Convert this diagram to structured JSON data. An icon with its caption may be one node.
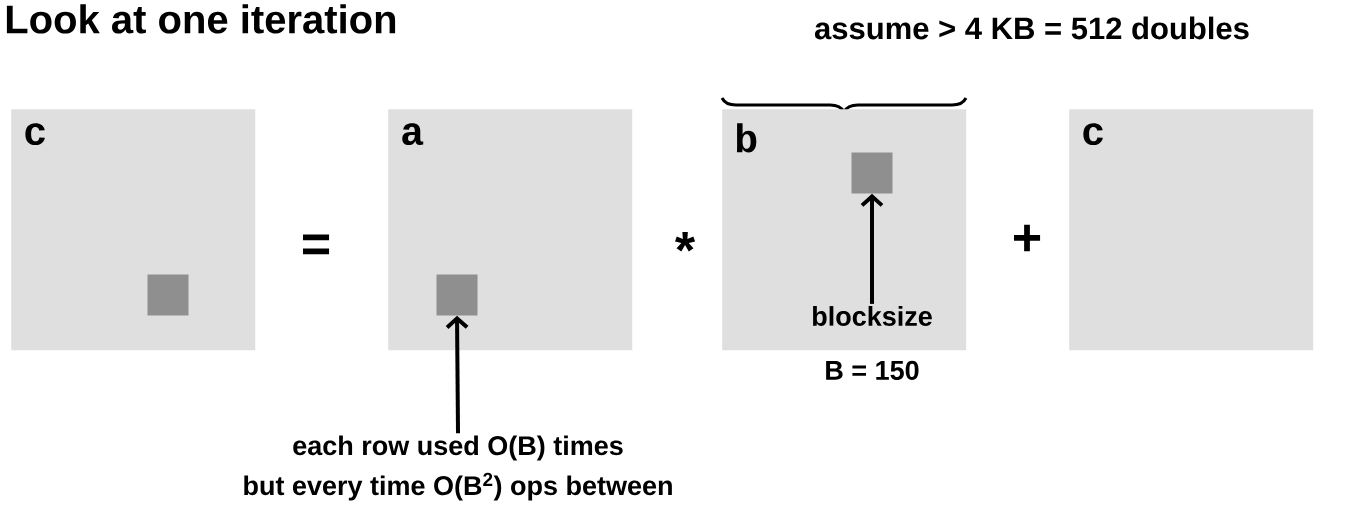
{
  "diagram": {
    "title": "Look at one iteration",
    "nodes": [
      {
        "text": [
          "c"
        ]
      },
      {
        "text": [],
        "shape": "box",
        "in": 0
      },
      {
        "text": [
          "a"
        ]
      },
      {
        "text": [],
        "shape": "box",
        "in": 2
      },
      {
        "text": [
          "b"
        ]
      },
      {
        "text": [],
        "shape": "box",
        "in": 4
      },
      {
        "text": [
          "c"
        ]
      },
      {
        "text": [
          "blocksize",
          "B = 150"
        ]
      },
      {
        "text": [
          "each row used O(B) times",
          "but every time O(B$^{2}$) ops between"
        ]
      }
    ],
    "edges": [
      {
        "from": 7,
        "to": 5,
        "arrow": "to"
      },
      {
        "from": 8,
        "to": 3,
        "arrow": "to"
      }
    ],
    "labels": [
      "assume > 4 KB = 512 doubles",
      "=",
      "*",
      "+"
    ]
  }
}
